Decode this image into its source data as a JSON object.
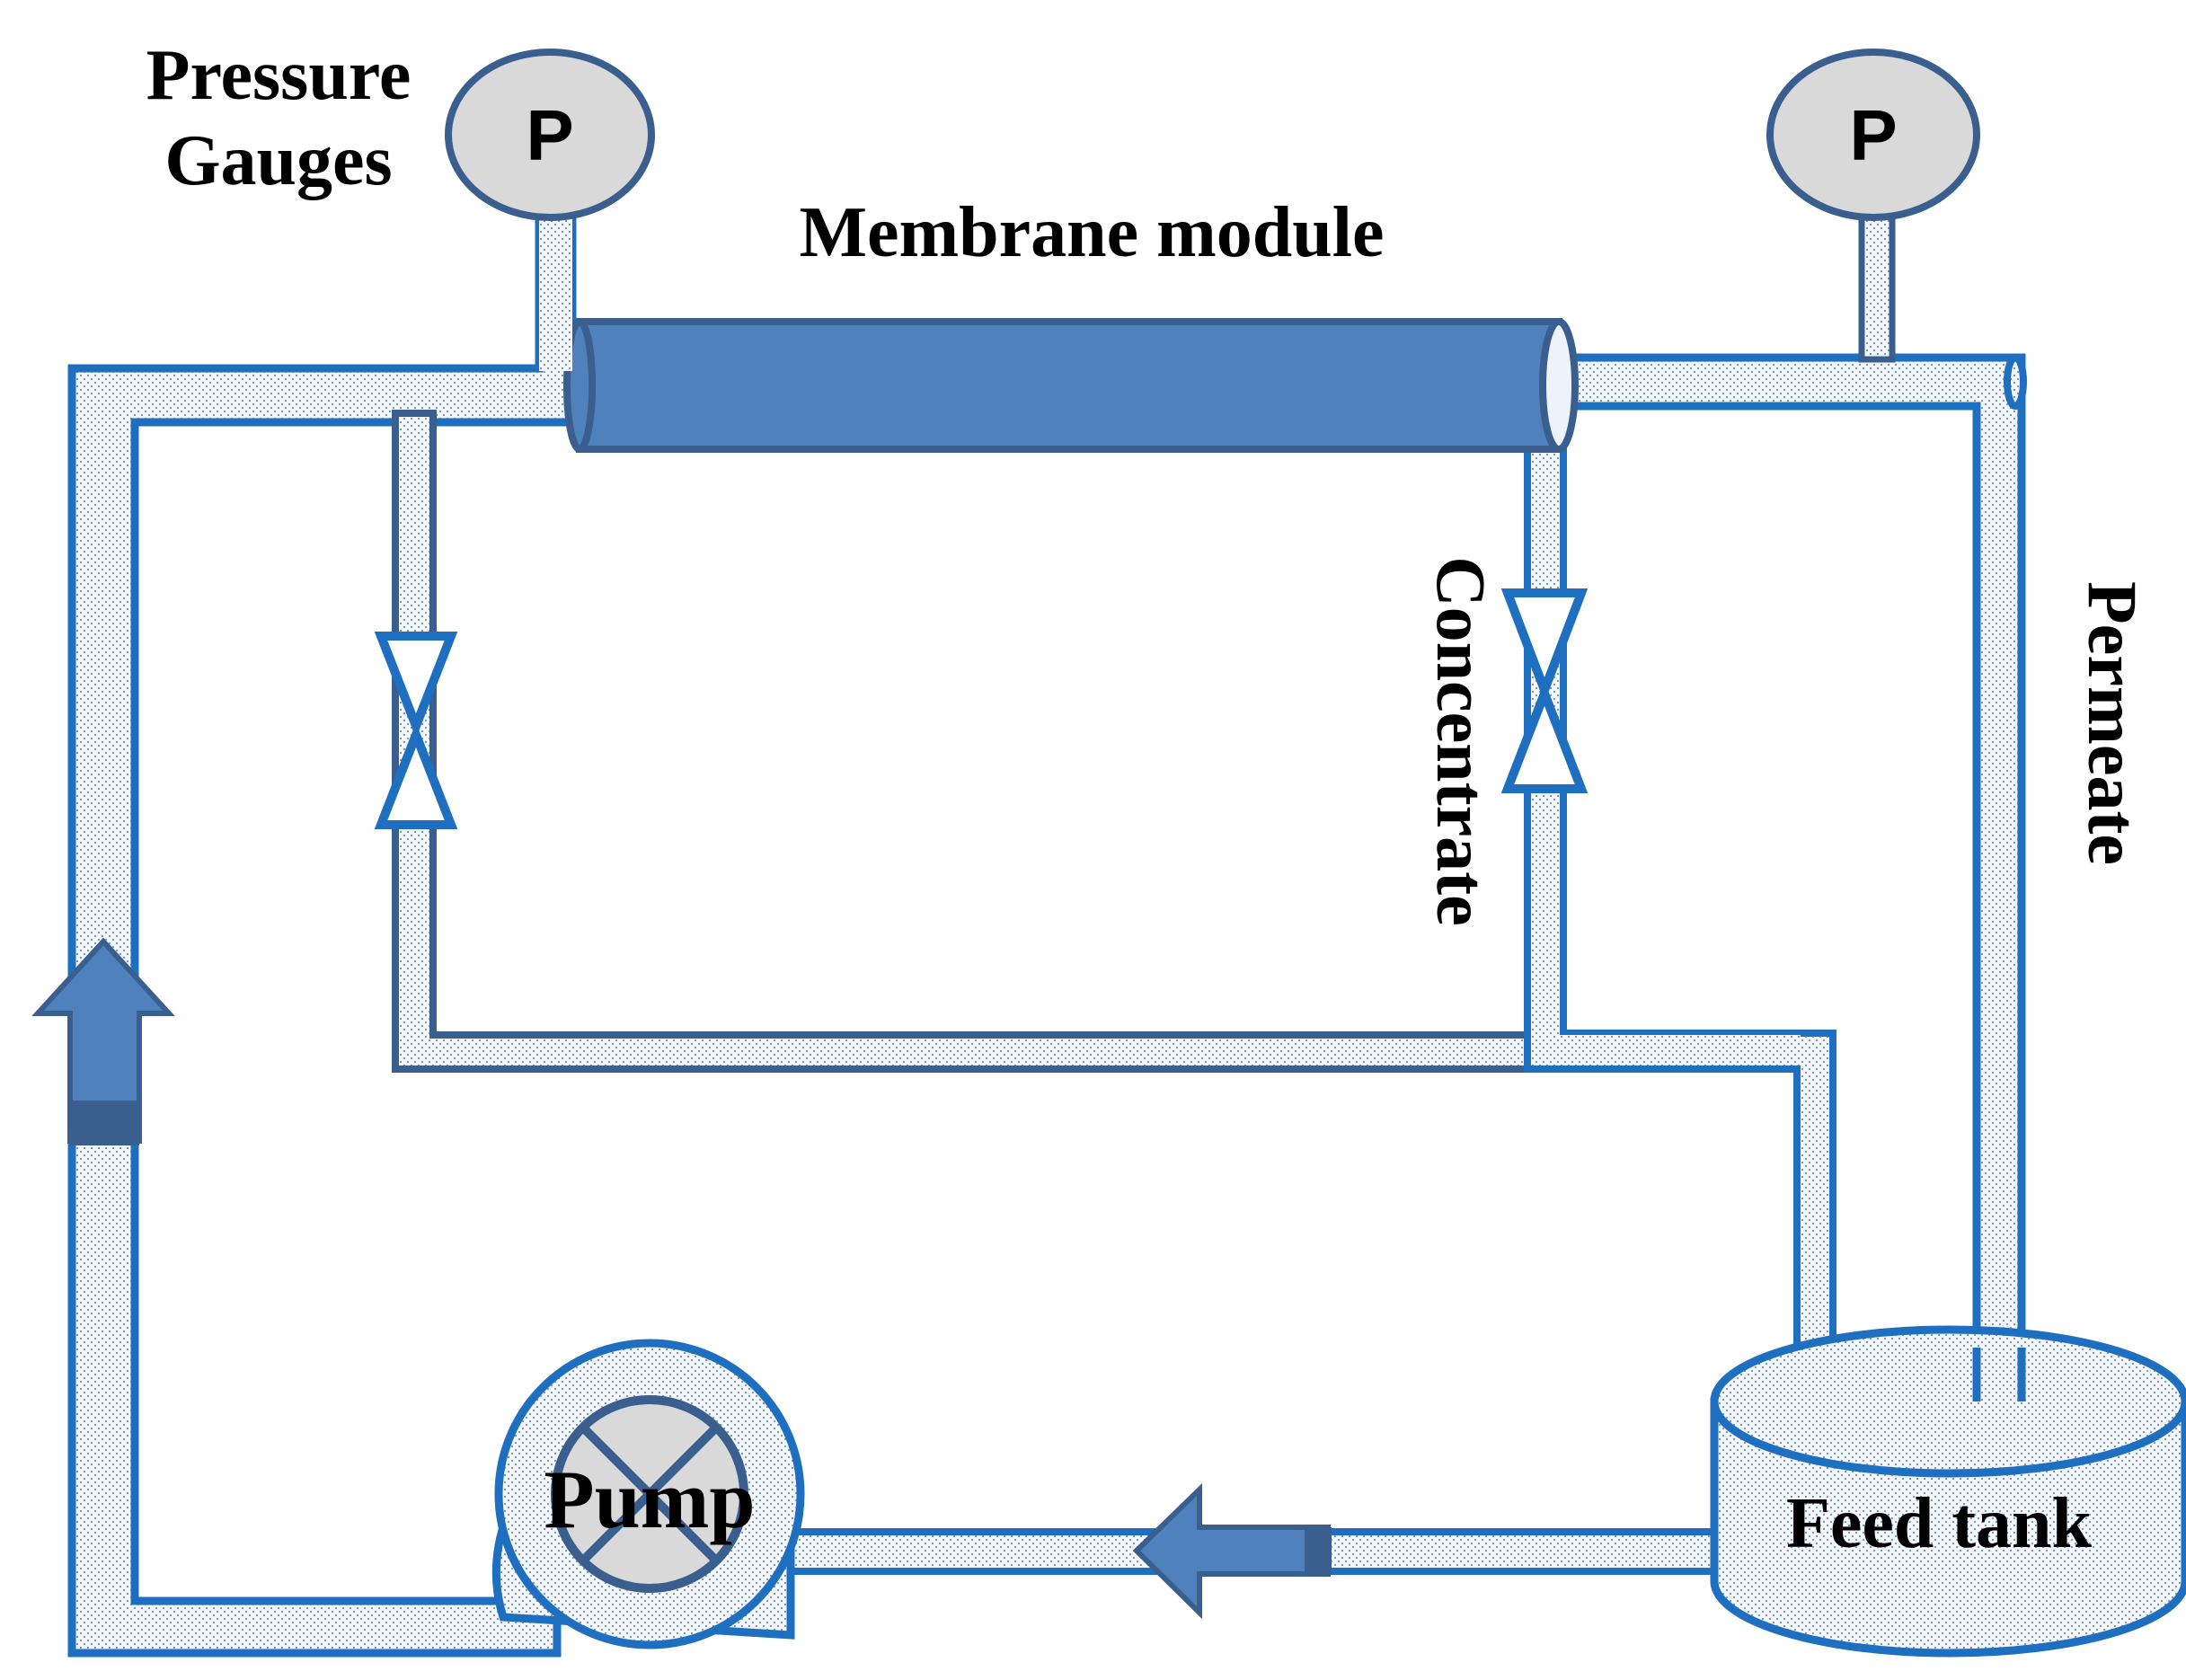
{
  "labels": {
    "pressure_line1": "Pressure",
    "pressure_line2": "Gauges",
    "membrane": "Membrane module",
    "concentrate": "Concentrate",
    "permeate": "Permeate",
    "pump": "Pump",
    "feed_tank": "Feed tank",
    "gauge_left": "P",
    "gauge_right": "P"
  },
  "colors": {
    "pipe_stroke": "#1f6fc0",
    "pipe_dark": "#3a5f8f",
    "pipe_fill": "#eef3fb",
    "module": "#4f81bd",
    "arrow": "#4f81bd",
    "gauge_fill": "#d9d9d9"
  }
}
